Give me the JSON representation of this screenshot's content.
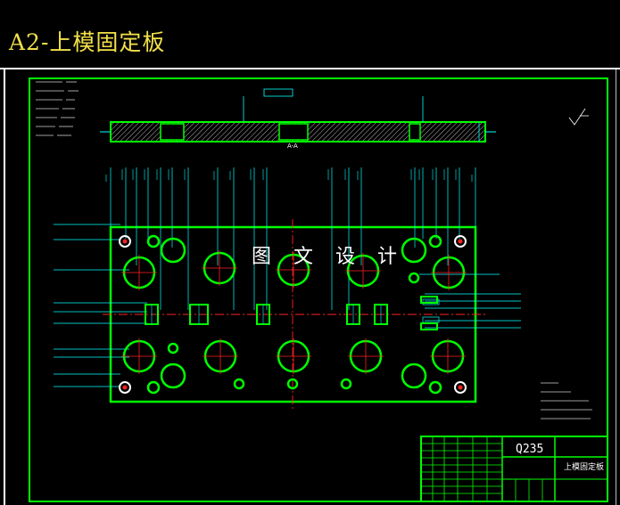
{
  "header": {
    "title": "A2-上模固定板"
  },
  "drawing": {
    "watermark": "图 文 设 计",
    "material": "Q235",
    "part_name": "上模固定板",
    "section_label": "A-A"
  },
  "colors": {
    "outline": "#00ff00",
    "dimension": "#00ffff",
    "centerline": "#ff2020",
    "background": "#000000",
    "title_text": "#f2e04a"
  }
}
